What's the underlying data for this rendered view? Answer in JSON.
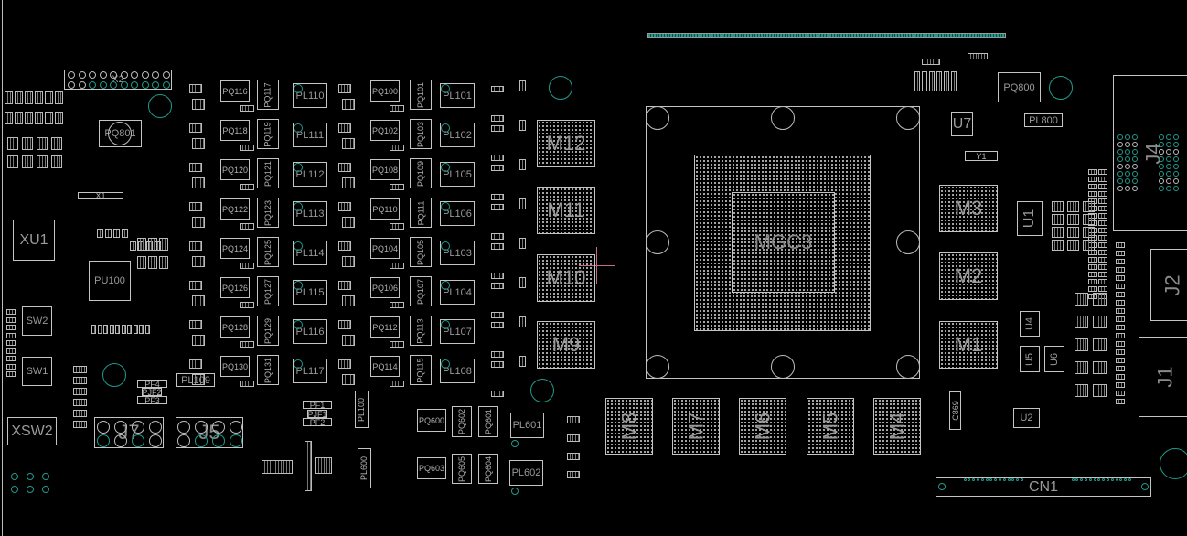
{
  "gpu": {
    "label": "MGC3"
  },
  "memory": {
    "left": [
      "M12",
      "M11",
      "M10",
      "M9"
    ],
    "right": [
      "M3",
      "M2",
      "M1"
    ],
    "bottom": [
      "M8",
      "M7",
      "M6",
      "M5",
      "M4"
    ]
  },
  "phase_grid": {
    "col1": [
      "PQ116",
      "PQ118",
      "PQ120",
      "PQ122",
      "PQ124",
      "PQ126",
      "PQ128",
      "PQ130"
    ],
    "col2": [
      "PQ117",
      "PQ119",
      "PQ121",
      "PQ123",
      "PQ125",
      "PQ127",
      "PQ129",
      "PQ131"
    ],
    "col3": [
      "PL110",
      "PL111",
      "PL112",
      "PL113",
      "PL114",
      "PL115",
      "PL116",
      "PL117"
    ],
    "col4": [
      "PQ100",
      "PQ102",
      "PQ108",
      "PQ110",
      "PQ104",
      "PQ106",
      "PQ112",
      "PQ114"
    ],
    "col5": [
      "PQ101",
      "PQ103",
      "PQ109",
      "PQ111",
      "PQ105",
      "PQ107",
      "PQ113",
      "PQ115"
    ],
    "col6": [
      "PL101",
      "PL102",
      "PL105",
      "PL106",
      "PL103",
      "PL104",
      "PL107",
      "PL108"
    ]
  },
  "left_parts": {
    "xu1": "XU1",
    "pu100": "PU100",
    "pq801": "PQ801",
    "x1": "X1",
    "x2": "X2",
    "sw2": "SW2",
    "sw1": "SW1",
    "xsw2": "XSW2",
    "j7": "J7",
    "j5": "J5",
    "pl109": "PL109",
    "pf4": "PF4",
    "pjf2": "PJF2",
    "pf3": "PF3"
  },
  "bottom_parts": {
    "pf1": "PF1",
    "pjf1": "PJF1",
    "pf2": "PF2",
    "pl100": "PL100",
    "pl600": "PL600",
    "pq600": "PQ600",
    "pq602": "PQ602",
    "pq601": "PQ601",
    "pl601": "PL601",
    "pq603": "PQ603",
    "pq605": "PQ605",
    "pq604": "PQ604",
    "pl602": "PL602"
  },
  "right_parts": {
    "pq800": "PQ800",
    "pl800": "PL800",
    "u7": "U7",
    "y1": "Y1",
    "u1": "U1",
    "j4": "J4",
    "j2": "J2",
    "j1": "J1",
    "u4": "U4",
    "u5": "U5",
    "u6": "U6",
    "u2": "U2",
    "c869": "C869",
    "cn1": "CN1"
  },
  "colors": {
    "outline": "#c4c4c4",
    "label": "#8d8d8d",
    "teal": "#1f9a8c",
    "cursor": "#c46a86",
    "background": "#000000"
  }
}
